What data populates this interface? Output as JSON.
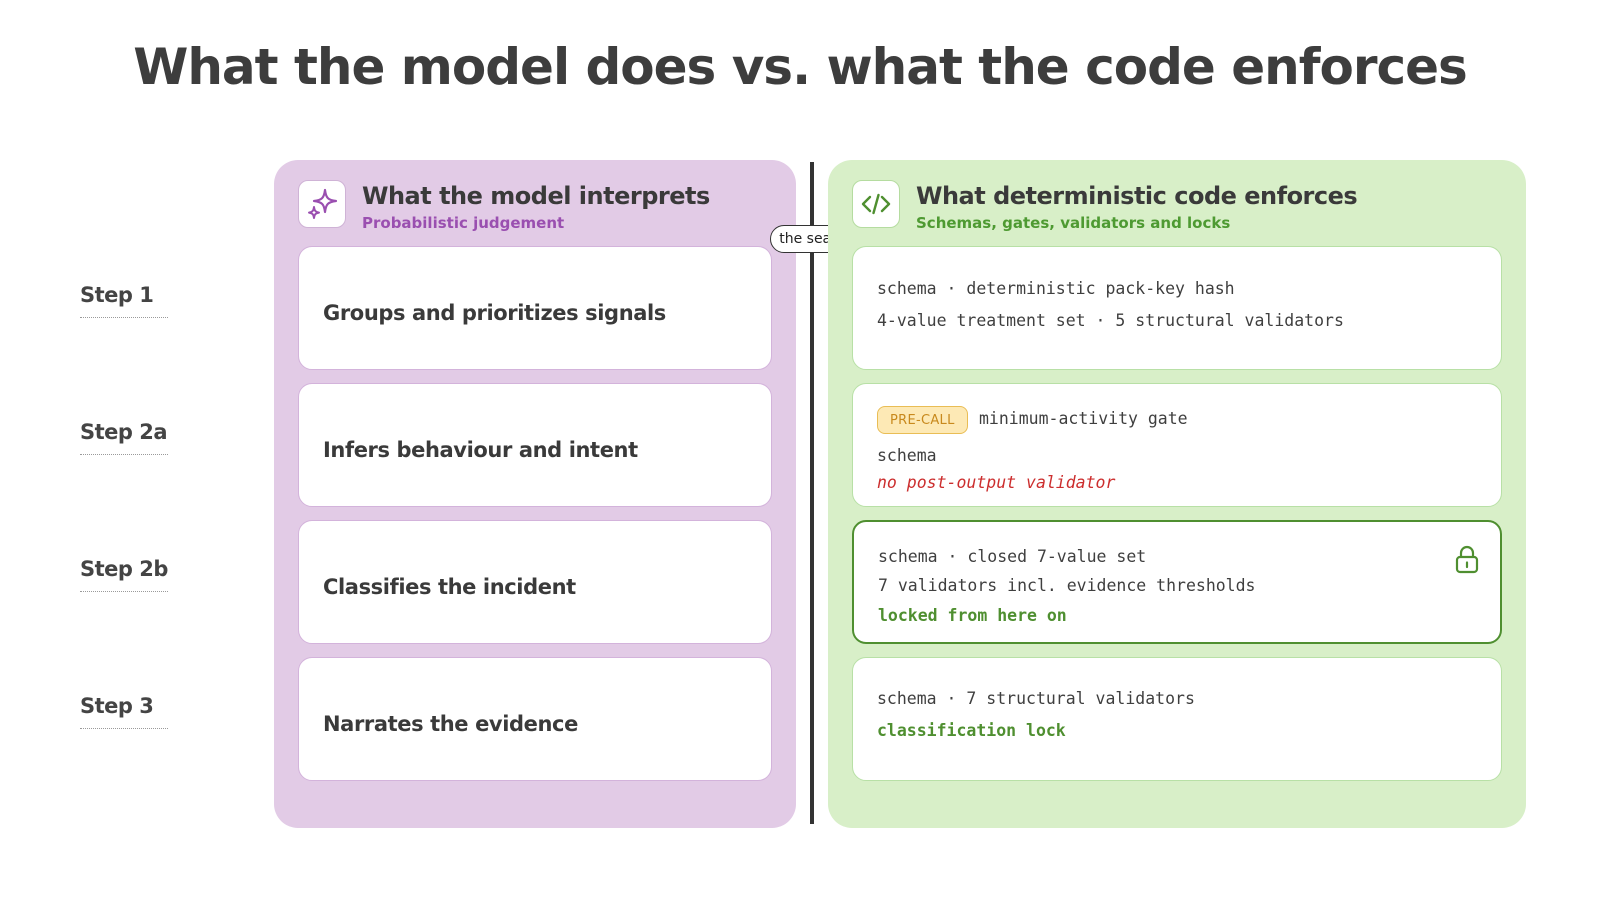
{
  "title": "What the model does vs. what the code enforces",
  "steps": [
    "Step 1",
    "Step 2a",
    "Step 2b",
    "Step 3"
  ],
  "seam_label": "the seam",
  "left_panel": {
    "icon": "sparkle-icon",
    "title": "What the model interprets",
    "subtitle": "Probabilistic judgement",
    "cards": [
      "Groups and prioritizes signals",
      "Infers behaviour and intent",
      "Classifies the incident",
      "Narrates the evidence"
    ]
  },
  "right_panel": {
    "icon": "code-icon",
    "title": "What deterministic code enforces",
    "subtitle": "Schemas, gates, validators and locks",
    "cards": [
      {
        "lines": [
          "schema · deterministic pack-key hash",
          "4-value treatment set · 5 structural validators"
        ]
      },
      {
        "badge": "PRE-CALL",
        "badge_text": "minimum-activity gate",
        "lines": [
          "schema"
        ],
        "warning": "no post-output validator"
      },
      {
        "lines": [
          "schema · closed 7-value set",
          "7 validators incl. evidence thresholds"
        ],
        "emphasis": "locked from here on",
        "icon": "lock-icon"
      },
      {
        "lines": [
          "schema · 7 structural validators"
        ],
        "emphasis": "classification lock"
      }
    ]
  },
  "colors": {
    "left_panel_bg": "#e2cbe6",
    "left_accent": "#9a4fb0",
    "right_panel_bg": "#d8efc8",
    "right_accent": "#4f8f30",
    "warning": "#cc2e2e",
    "badge_bg": "#fde9b5",
    "badge_text": "#c8891d"
  }
}
